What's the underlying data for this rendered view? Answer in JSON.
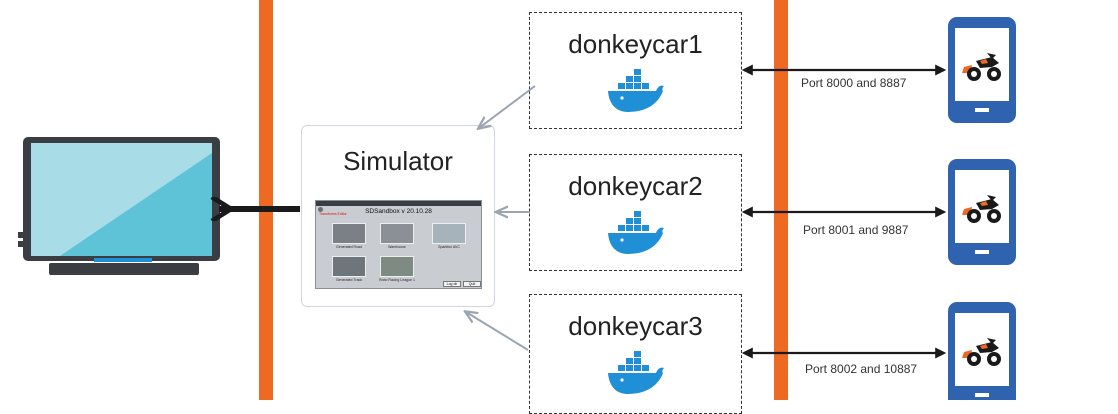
{
  "colors": {
    "bar_orange": "#ee6a23",
    "docker_blue": "#1f8fd6",
    "phone_blue": "#2f63b0",
    "monitor_screen": "#5ec3d6",
    "monitor_dark": "#3a3d42",
    "arrow_gray": "#9aa5b1",
    "arrow_black": "#1a1a1a"
  },
  "simulator": {
    "title": "Simulator",
    "window": {
      "app_title": "SDSandbox v 20.10.28",
      "warning": "Transforms Editor",
      "tracks": [
        "Generated Road",
        "Warehouse",
        "Sparkfun AVC",
        "Generated Track",
        "Robo Racing League 1"
      ],
      "buttons": [
        "Log dir",
        "Quit"
      ]
    }
  },
  "containers": [
    {
      "name": "donkeycar1",
      "icon": "docker-whale-icon"
    },
    {
      "name": "donkeycar2",
      "icon": "docker-whale-icon"
    },
    {
      "name": "donkeycar3",
      "icon": "docker-whale-icon"
    }
  ],
  "ports": [
    "Port 8000 and 8887",
    "Port 8001 and 9887",
    "Port 8002 and 10887"
  ],
  "devices": {
    "display": "monitor-icon",
    "clients": [
      "phone-icon",
      "phone-icon",
      "phone-icon"
    ],
    "client_screen": "motorcycle-icon"
  }
}
